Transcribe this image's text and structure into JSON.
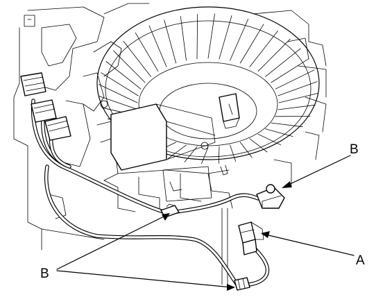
{
  "callouts": {
    "b_upper": "B",
    "a": "A",
    "b_lower": "B"
  },
  "colors": {
    "line": "#000000",
    "background": "#ffffff"
  }
}
